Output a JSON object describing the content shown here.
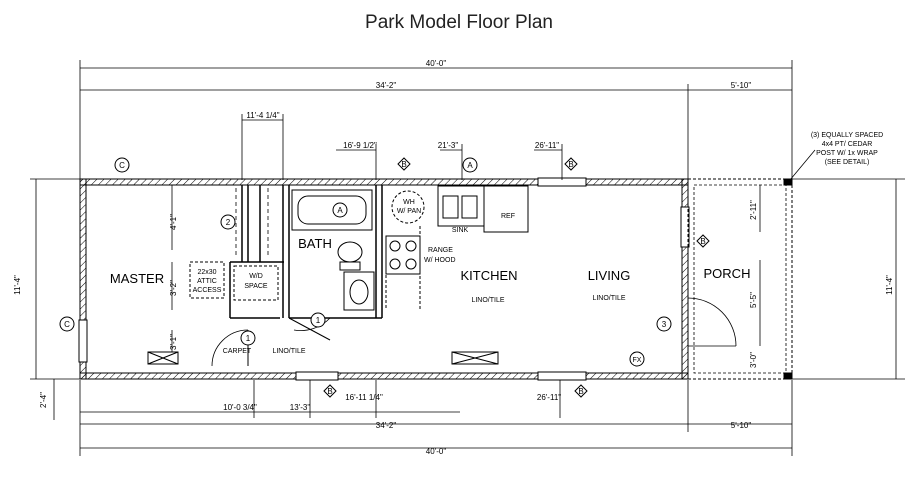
{
  "title": "Park Model Floor Plan",
  "dimensions": {
    "overall_top": "40'-0\"",
    "main_top": "34'-2\"",
    "porch_top": "5'-10\"",
    "bath_wall": "11'-4 1/4\"",
    "kitchen_wall": "16'-9 1/2\"",
    "sink_pos": "21'-3\"",
    "window_pos_top": "26'-11\"",
    "master_wall_left": "4'-1\"",
    "master_wall_mid": "3'-2\"",
    "master_wall_low": "3'-1\"",
    "porch_right_top": "2'-11\"",
    "porch_right_mid": "5'-5\"",
    "porch_right_low": "3'-0\"",
    "left_height": "11'-4\"",
    "right_height": "11'-4\"",
    "left_low": "2'-4\"",
    "bot_1": "10'-0 3/4\"",
    "bot_2": "13'-3\"",
    "bot_3": "16'-11 1/4\"",
    "bot_4": "26'-11\"",
    "main_bottom": "34'-2\"",
    "porch_bottom": "5'-10\"",
    "overall_bottom": "40'-0\""
  },
  "rooms": {
    "master": "MASTER",
    "bath": "BATH",
    "kitchen": "KITCHEN",
    "kitchen_floor": "LINO/TILE",
    "living": "LIVING",
    "living_floor": "LINO/TILE",
    "porch": "PORCH",
    "hall_floor": "LINO/TILE",
    "carpet": "CARPET"
  },
  "labels": {
    "attic_1": "22x30",
    "attic_2": "ATTIC",
    "attic_3": "ACCESS",
    "wd_1": "W/D",
    "wd_2": "SPACE",
    "wh_1": "WH",
    "wh_2": "W/ PAN",
    "sink": "SINK",
    "ref": "REF",
    "range_1": "RANGE",
    "range_2": "W/ HOOD",
    "fx": "FX",
    "note_1": "(3) EQUALLY SPACED",
    "note_2": "4x4 PT/ CEDAR",
    "note_3": "POST W/ 1x WRAP",
    "note_4": "(SEE DETAIL)"
  },
  "tags": {
    "c": "C",
    "b": "B",
    "a": "A",
    "one": "1",
    "two": "2",
    "three": "3"
  }
}
